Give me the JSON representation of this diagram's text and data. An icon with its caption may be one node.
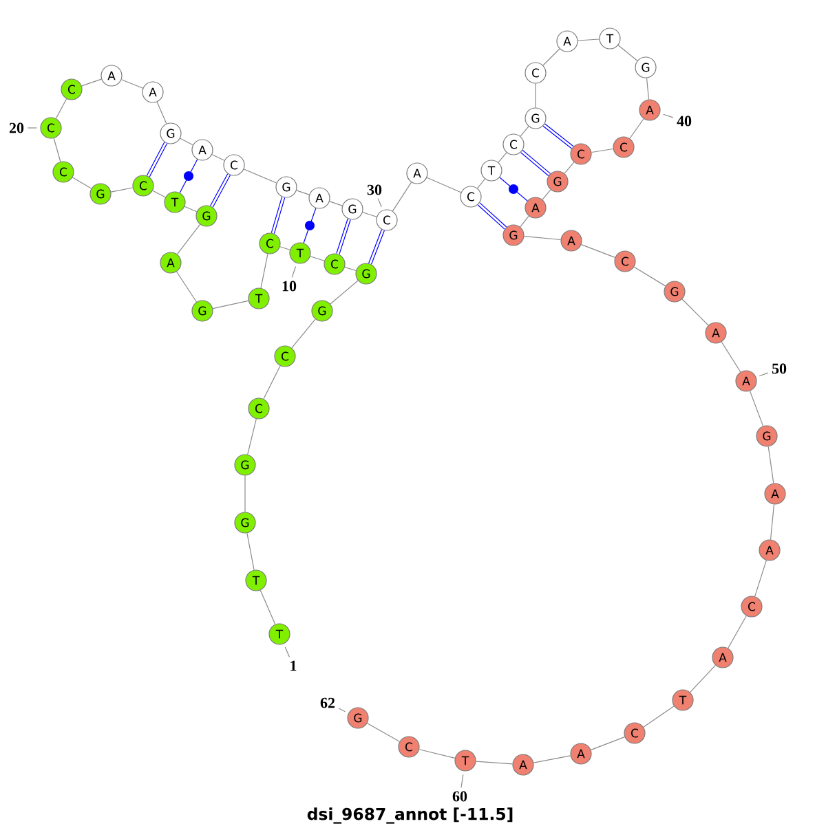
{
  "diagram": {
    "title": "dsi_9687_annot [-11.5]",
    "nodes": [
      {
        "text": [
          "T"
        ]
      },
      {
        "text": [
          "T"
        ]
      },
      {
        "text": [
          "G"
        ]
      },
      {
        "text": [
          "G"
        ]
      },
      {
        "text": [
          "C"
        ]
      },
      {
        "text": [
          "C"
        ]
      },
      {
        "text": [
          "G"
        ]
      },
      {
        "text": [
          "G"
        ]
      },
      {
        "text": [
          "C"
        ]
      },
      {
        "text": [
          "T"
        ]
      },
      {
        "text": [
          "C"
        ]
      },
      {
        "text": [
          "T"
        ]
      },
      {
        "text": [
          "G"
        ]
      },
      {
        "text": [
          "A"
        ]
      },
      {
        "text": [
          "G"
        ]
      },
      {
        "text": [
          "T"
        ]
      },
      {
        "text": [
          "C"
        ]
      },
      {
        "text": [
          "G"
        ]
      },
      {
        "text": [
          "C"
        ]
      },
      {
        "text": [
          "C"
        ]
      },
      {
        "text": [
          "C"
        ]
      },
      {
        "text": [
          "A"
        ]
      },
      {
        "text": [
          "A"
        ]
      },
      {
        "text": [
          "G"
        ]
      },
      {
        "text": [
          "A"
        ]
      },
      {
        "text": [
          "C"
        ]
      },
      {
        "text": [
          "G"
        ]
      },
      {
        "text": [
          "A"
        ]
      },
      {
        "text": [
          "G"
        ]
      },
      {
        "text": [
          "C"
        ]
      },
      {
        "text": [
          "A"
        ]
      },
      {
        "text": [
          "C"
        ]
      },
      {
        "text": [
          "T"
        ]
      },
      {
        "text": [
          "C"
        ]
      },
      {
        "text": [
          "G"
        ]
      },
      {
        "text": [
          "C"
        ]
      },
      {
        "text": [
          "A"
        ]
      },
      {
        "text": [
          "T"
        ]
      },
      {
        "text": [
          "G"
        ]
      },
      {
        "text": [
          "A"
        ]
      },
      {
        "text": [
          "C"
        ]
      },
      {
        "text": [
          "C"
        ]
      },
      {
        "text": [
          "G"
        ]
      },
      {
        "text": [
          "A"
        ]
      },
      {
        "text": [
          "G"
        ]
      },
      {
        "text": [
          "A"
        ]
      },
      {
        "text": [
          "C"
        ]
      },
      {
        "text": [
          "G"
        ]
      },
      {
        "text": [
          "A"
        ]
      },
      {
        "text": [
          "A"
        ]
      },
      {
        "text": [
          "G"
        ]
      },
      {
        "text": [
          "A"
        ]
      },
      {
        "text": [
          "A"
        ]
      },
      {
        "text": [
          "C"
        ]
      },
      {
        "text": [
          "A"
        ]
      },
      {
        "text": [
          "T"
        ]
      },
      {
        "text": [
          "C"
        ]
      },
      {
        "text": [
          "A"
        ]
      },
      {
        "text": [
          "A"
        ]
      },
      {
        "text": [
          "T"
        ]
      },
      {
        "text": [
          "C"
        ]
      },
      {
        "text": [
          "G"
        ]
      },
      {
        "text": [
          "1"
        ]
      },
      {
        "text": [
          "10"
        ]
      },
      {
        "text": [
          "20"
        ]
      },
      {
        "text": [
          "30"
        ]
      },
      {
        "text": [
          "40"
        ]
      },
      {
        "text": [
          "50"
        ]
      },
      {
        "text": [
          "60"
        ]
      },
      {
        "text": [
          "62"
        ]
      }
    ],
    "edges": [
      {
        "from": 0,
        "to": 1,
        "arrow": "none"
      },
      {
        "from": 1,
        "to": 2,
        "arrow": "none"
      },
      {
        "from": 2,
        "to": 3,
        "arrow": "none"
      },
      {
        "from": 3,
        "to": 4,
        "arrow": "none"
      },
      {
        "from": 4,
        "to": 5,
        "arrow": "none"
      },
      {
        "from": 5,
        "to": 6,
        "arrow": "none"
      },
      {
        "from": 6,
        "to": 7,
        "arrow": "none"
      },
      {
        "from": 7,
        "to": 8,
        "arrow": "none"
      },
      {
        "from": 8,
        "to": 9,
        "arrow": "none"
      },
      {
        "from": 9,
        "to": 10,
        "arrow": "none"
      },
      {
        "from": 10,
        "to": 11,
        "arrow": "none"
      },
      {
        "from": 11,
        "to": 12,
        "arrow": "none"
      },
      {
        "from": 12,
        "to": 13,
        "arrow": "none"
      },
      {
        "from": 13,
        "to": 14,
        "arrow": "none"
      },
      {
        "from": 14,
        "to": 15,
        "arrow": "none"
      },
      {
        "from": 15,
        "to": 16,
        "arrow": "none"
      },
      {
        "from": 16,
        "to": 17,
        "arrow": "none"
      },
      {
        "from": 17,
        "to": 18,
        "arrow": "none"
      },
      {
        "from": 18,
        "to": 19,
        "arrow": "none"
      },
      {
        "from": 19,
        "to": 20,
        "arrow": "none"
      },
      {
        "from": 20,
        "to": 21,
        "arrow": "none"
      },
      {
        "from": 21,
        "to": 22,
        "arrow": "none"
      },
      {
        "from": 22,
        "to": 23,
        "arrow": "none"
      },
      {
        "from": 23,
        "to": 24,
        "arrow": "none"
      },
      {
        "from": 24,
        "to": 25,
        "arrow": "none"
      },
      {
        "from": 25,
        "to": 26,
        "arrow": "none"
      },
      {
        "from": 26,
        "to": 27,
        "arrow": "none"
      },
      {
        "from": 27,
        "to": 28,
        "arrow": "none"
      },
      {
        "from": 28,
        "to": 29,
        "arrow": "none"
      },
      {
        "from": 29,
        "to": 30,
        "arrow": "none"
      },
      {
        "from": 30,
        "to": 31,
        "arrow": "none"
      },
      {
        "from": 31,
        "to": 32,
        "arrow": "none"
      },
      {
        "from": 32,
        "to": 33,
        "arrow": "none"
      },
      {
        "from": 33,
        "to": 34,
        "arrow": "none"
      },
      {
        "from": 34,
        "to": 35,
        "arrow": "none"
      },
      {
        "from": 35,
        "to": 36,
        "arrow": "none"
      },
      {
        "from": 36,
        "to": 37,
        "arrow": "none"
      },
      {
        "from": 37,
        "to": 38,
        "arrow": "none"
      },
      {
        "from": 38,
        "to": 39,
        "arrow": "none"
      },
      {
        "from": 39,
        "to": 40,
        "arrow": "none"
      },
      {
        "from": 40,
        "to": 41,
        "arrow": "none"
      },
      {
        "from": 41,
        "to": 42,
        "arrow": "none"
      },
      {
        "from": 42,
        "to": 43,
        "arrow": "none"
      },
      {
        "from": 43,
        "to": 44,
        "arrow": "none"
      },
      {
        "from": 44,
        "to": 45,
        "arrow": "none"
      },
      {
        "from": 45,
        "to": 46,
        "arrow": "none"
      },
      {
        "from": 46,
        "to": 47,
        "arrow": "none"
      },
      {
        "from": 47,
        "to": 48,
        "arrow": "none"
      },
      {
        "from": 48,
        "to": 49,
        "arrow": "none"
      },
      {
        "from": 49,
        "to": 50,
        "arrow": "none"
      },
      {
        "from": 50,
        "to": 51,
        "arrow": "none"
      },
      {
        "from": 51,
        "to": 52,
        "arrow": "none"
      },
      {
        "from": 52,
        "to": 53,
        "arrow": "none"
      },
      {
        "from": 53,
        "to": 54,
        "arrow": "none"
      },
      {
        "from": 54,
        "to": 55,
        "arrow": "none"
      },
      {
        "from": 55,
        "to": 56,
        "arrow": "none"
      },
      {
        "from": 56,
        "to": 57,
        "arrow": "none"
      },
      {
        "from": 57,
        "to": 58,
        "arrow": "none"
      },
      {
        "from": 58,
        "to": 59,
        "arrow": "none"
      },
      {
        "from": 59,
        "to": 60,
        "arrow": "none"
      },
      {
        "from": 60,
        "to": 61,
        "arrow": "none"
      },
      {
        "from": 7,
        "to": 29,
        "arrow": "none",
        "style": "thick",
        "color": "#0000ff"
      },
      {
        "from": 8,
        "to": 28,
        "arrow": "none",
        "style": "thick",
        "color": "#0000ff"
      },
      {
        "from": 9,
        "to": 27,
        "arrow": "none",
        "color": "#0000ff"
      },
      {
        "from": 10,
        "to": 26,
        "arrow": "none",
        "style": "thick",
        "color": "#0000ff"
      },
      {
        "from": 14,
        "to": 25,
        "arrow": "none",
        "style": "thick",
        "color": "#0000ff"
      },
      {
        "from": 15,
        "to": 24,
        "arrow": "none",
        "color": "#0000ff"
      },
      {
        "from": 16,
        "to": 23,
        "arrow": "none",
        "style": "thick",
        "color": "#0000ff"
      },
      {
        "from": 31,
        "to": 44,
        "arrow": "none",
        "style": "thick",
        "color": "#0000ff"
      },
      {
        "from": 32,
        "to": 43,
        "arrow": "none",
        "color": "#0000ff"
      },
      {
        "from": 33,
        "to": 42,
        "arrow": "none",
        "style": "thick",
        "color": "#0000ff"
      },
      {
        "from": 34,
        "to": 41,
        "arrow": "none",
        "style": "thick",
        "color": "#0000ff"
      },
      {
        "from": 62,
        "to": 0,
        "arrow": "none"
      },
      {
        "from": 63,
        "to": 9,
        "arrow": "none"
      },
      {
        "from": 64,
        "to": 19,
        "arrow": "none"
      },
      {
        "from": 65,
        "to": 29,
        "arrow": "none"
      },
      {
        "from": 66,
        "to": 39,
        "arrow": "none"
      },
      {
        "from": 67,
        "to": 49,
        "arrow": "none"
      },
      {
        "from": 68,
        "to": 59,
        "arrow": "none"
      },
      {
        "from": 69,
        "to": 61,
        "arrow": "none"
      }
    ]
  }
}
